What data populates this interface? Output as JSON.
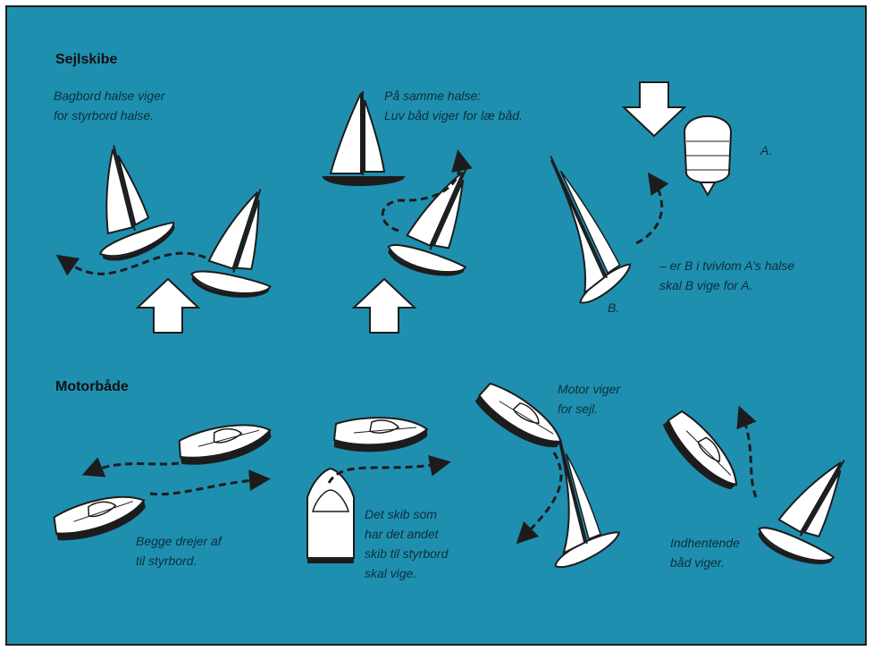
{
  "colors": {
    "sea": "#1f8fb0",
    "ink": "#1c1c1c",
    "white": "#ffffff",
    "caption": "#0c2f3a"
  },
  "sections": {
    "sailing_title": "Sejlskibe",
    "motor_title": "Motorbåde"
  },
  "captions": {
    "port_tack_line1": "Bagbord halse viger",
    "port_tack_line2": "for styrbord halse.",
    "same_tack_line1": "På samme halse:",
    "same_tack_line2": "Luv båd viger for læ båd.",
    "doubt_line1": "– er B i tvivlom A’s halse",
    "doubt_line2": "skal B vige for A.",
    "both_turn_line1": "Begge drejer af",
    "both_turn_line2": "til styrbord.",
    "starboard_line1": "Det skib som",
    "starboard_line2": "har det andet",
    "starboard_line3": "skib til styrbord",
    "starboard_line4": "skal vige.",
    "motor_sail_line1": "Motor viger",
    "motor_sail_line2": "for sejl.",
    "overtaking_line1": "Indhentende",
    "overtaking_line2": "båd viger."
  },
  "labels": {
    "boat_a": "A.",
    "boat_b": "B."
  },
  "icons": [
    "wind-arrow-icon",
    "sailboat-icon",
    "motorboat-icon",
    "dashed-course-arrow-icon"
  ]
}
